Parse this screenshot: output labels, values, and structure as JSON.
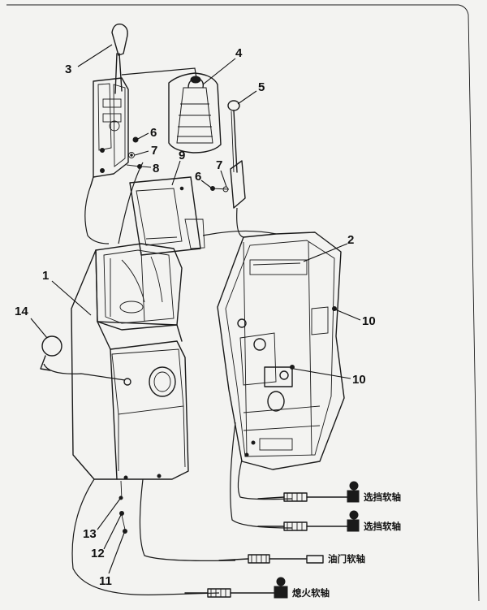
{
  "callouts": [
    {
      "id": "c1",
      "text": "1"
    },
    {
      "id": "c2",
      "text": "2"
    },
    {
      "id": "c3",
      "text": "3"
    },
    {
      "id": "c4",
      "text": "4"
    },
    {
      "id": "c5",
      "text": "5"
    },
    {
      "id": "c6a",
      "text": "6"
    },
    {
      "id": "c6b",
      "text": "6"
    },
    {
      "id": "c7a",
      "text": "7"
    },
    {
      "id": "c7b",
      "text": "7"
    },
    {
      "id": "c8",
      "text": "8"
    },
    {
      "id": "c9",
      "text": "9"
    },
    {
      "id": "c10a",
      "text": "10"
    },
    {
      "id": "c10b",
      "text": "10"
    },
    {
      "id": "c11",
      "text": "11"
    },
    {
      "id": "c12",
      "text": "12"
    },
    {
      "id": "c13",
      "text": "13"
    },
    {
      "id": "c14",
      "text": "14"
    }
  ],
  "cable_labels": {
    "cable_1": "选挡软轴",
    "cable_2": "选挡软轴",
    "cable_3": "油门软轴",
    "cable_4": "熄火软轴"
  }
}
